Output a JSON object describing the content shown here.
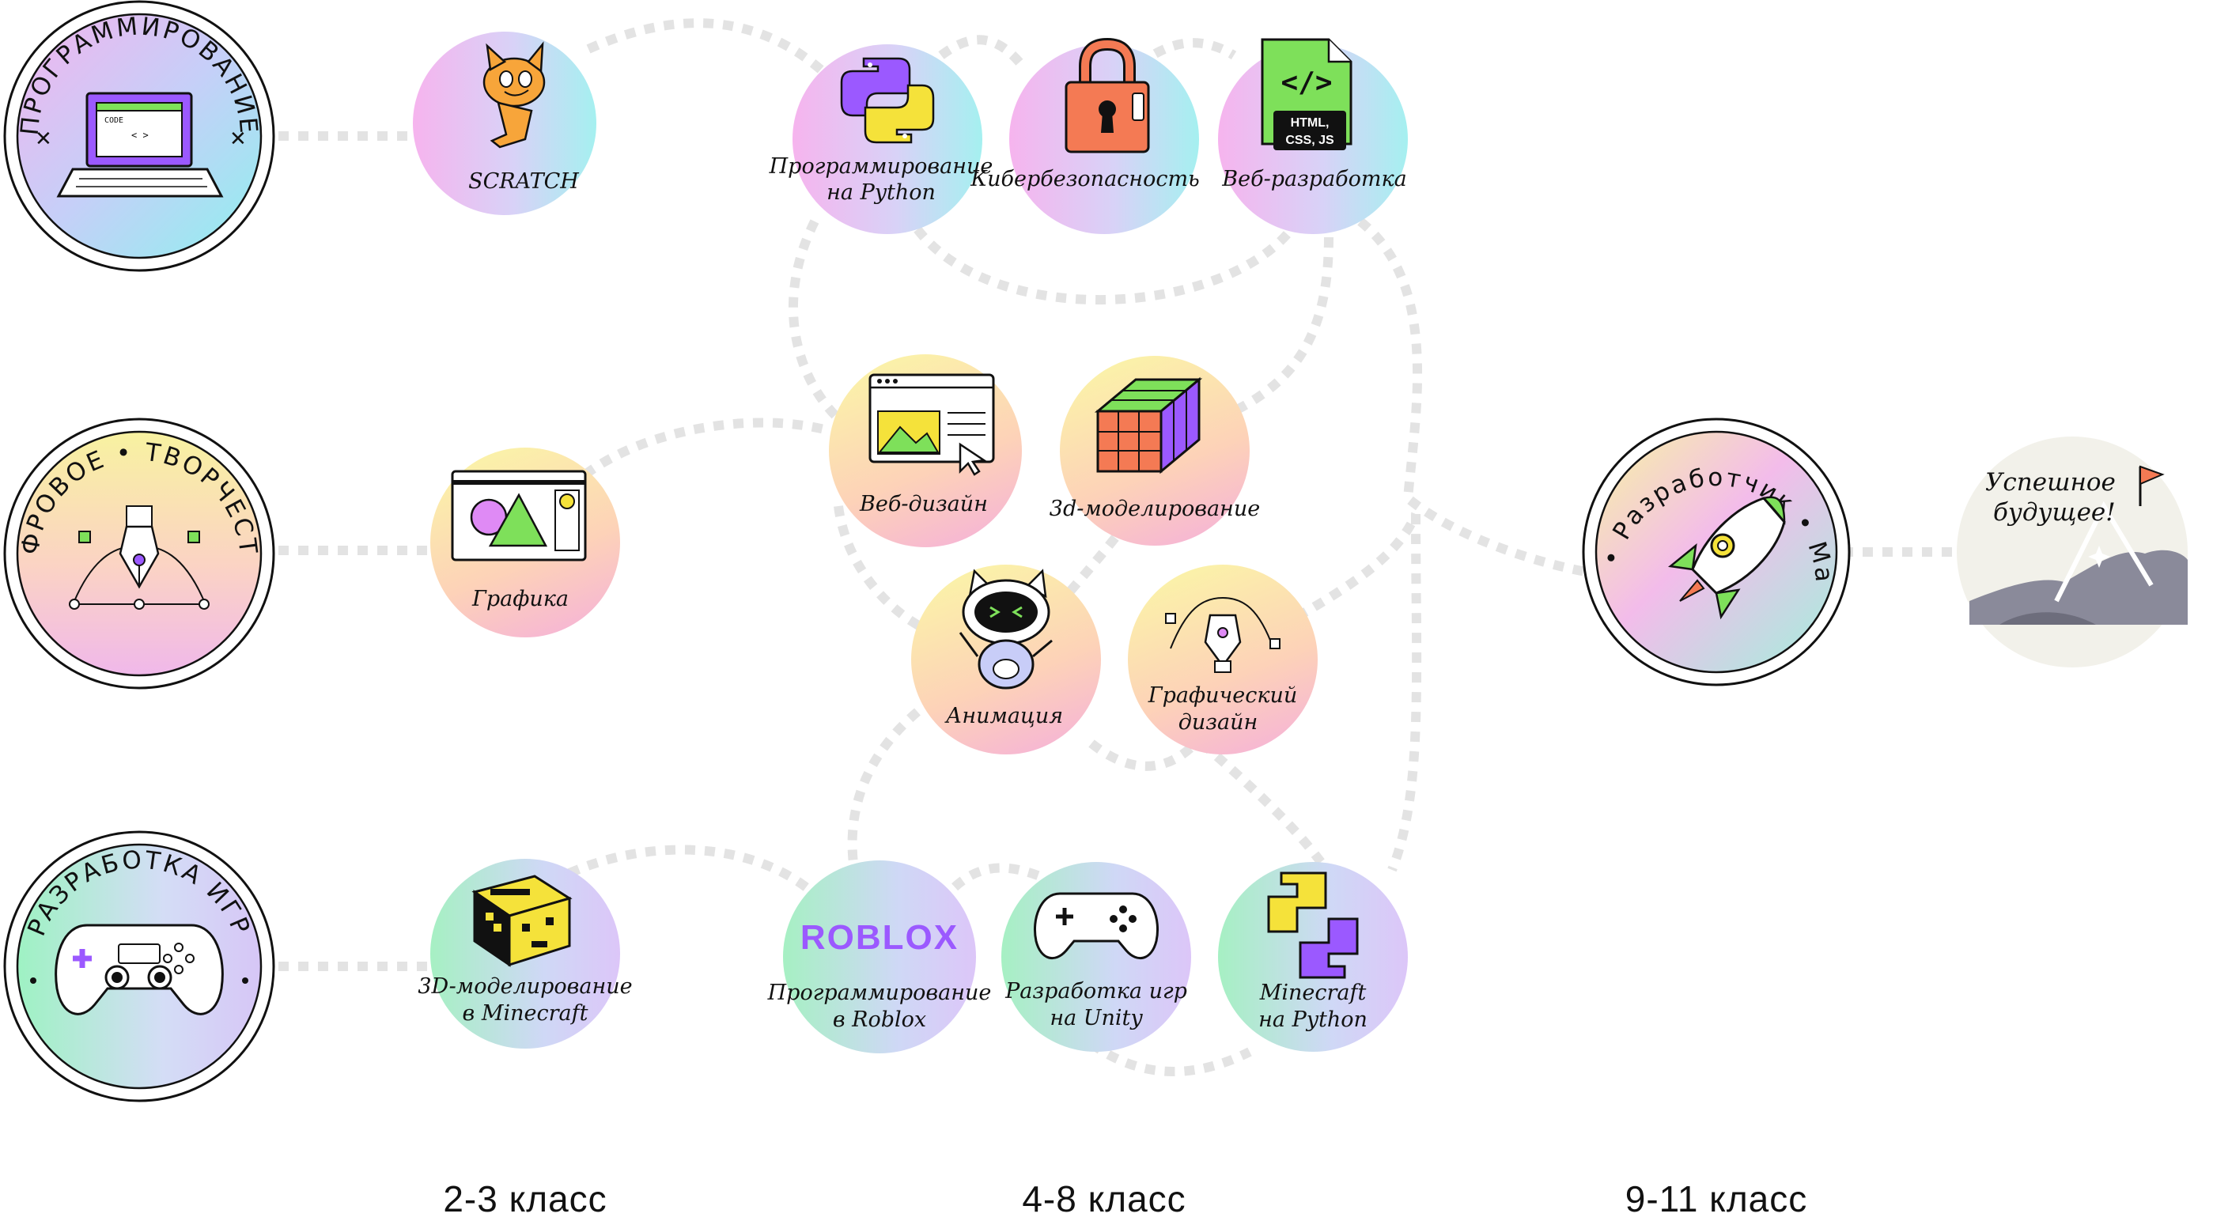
{
  "categories": {
    "programming": {
      "title": "ПРОГРАММИРОВАНИЕ",
      "icon": "laptop-code-icon",
      "screen_text": "CODE"
    },
    "digital_art": {
      "title": "ЦИФРОВОЕ • ТВОРЧЕСТВО",
      "icon": "pen-tool-icon"
    },
    "gamedev": {
      "title": "РАЗРАБОТКА ИГР",
      "icon": "gamepad-icon"
    }
  },
  "courses": {
    "scratch": {
      "label": "SCRATCH",
      "icon": "scratch-cat-icon"
    },
    "python": {
      "label1": "Программирование",
      "label2": "на Python",
      "icon": "python-logo-icon"
    },
    "cyber": {
      "label": "Кибербезопасность",
      "icon": "padlock-icon"
    },
    "webdev": {
      "label": "Веб-разработка",
      "icon": "html-file-icon",
      "file_line1": "HTML,",
      "file_line2": "CSS, JS"
    },
    "graphics": {
      "label": "Графика",
      "icon": "graphics-editor-icon"
    },
    "webdesign": {
      "label": "Веб-дизайн",
      "icon": "browser-window-icon"
    },
    "modeling3d": {
      "label": "3d-моделирование",
      "icon": "rubiks-cube-icon"
    },
    "animation": {
      "label": "Анимация",
      "icon": "robot-cat-icon"
    },
    "graphic_design": {
      "label1": "Графический",
      "label2": "дизайн",
      "icon": "bezier-pen-icon"
    },
    "mc3d": {
      "label1": "3D-моделирование",
      "label2": "в Minecraft",
      "icon": "minecraft-bee-icon"
    },
    "roblox": {
      "label1": "Программирование",
      "label2": "в Roblox",
      "icon": "roblox-logo-icon",
      "logo": "ROBLOX"
    },
    "unity": {
      "label1": "Разработка игр",
      "label2": "на Unity",
      "icon": "gamepad-icon"
    },
    "mcpython": {
      "label1": "Minecraft",
      "label2": "на Python",
      "icon": "pixel-python-icon"
    }
  },
  "career": {
    "ring_text": "Дизайнер • Разработчик • Маркетолог",
    "icon": "rocket-icon"
  },
  "goal": {
    "line1": "Успешное",
    "line2": "будущее!",
    "icon": "mountain-flag-icon"
  },
  "grades": [
    "2-3 класс",
    "4-8 класс",
    "9-11 класс"
  ],
  "colors": {
    "path": "#e3e3e3",
    "purple": "#8b3dff",
    "green": "#7ee05a",
    "yellow": "#f5e23a",
    "orange": "#f47a54",
    "mountain": "#8a8a9a"
  }
}
